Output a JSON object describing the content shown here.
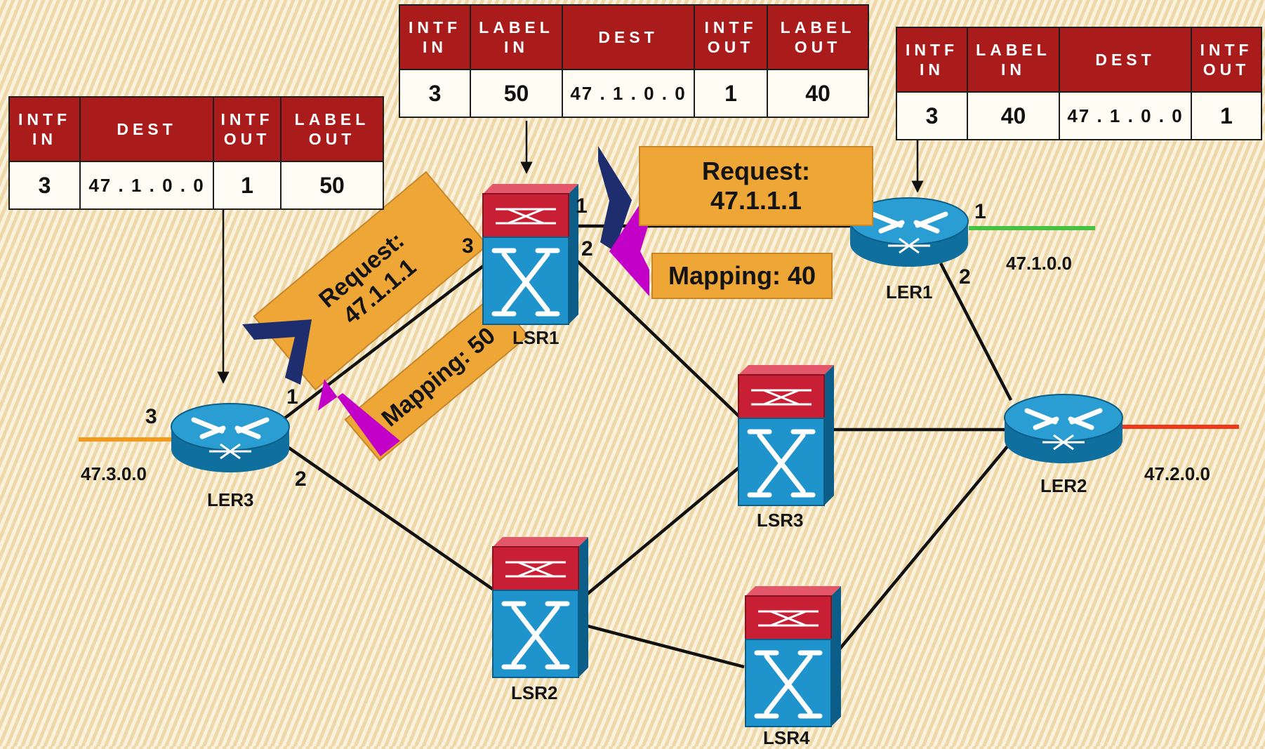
{
  "tables": {
    "ler3": {
      "headers": [
        "INTF\nIN",
        "DEST",
        "INTF\nOUT",
        "LABEL\nOUT"
      ],
      "values": [
        "3",
        "47 . 1 . 0 . 0",
        "1",
        "50"
      ]
    },
    "lsr1": {
      "headers": [
        "INTF\nIN",
        "LABEL\nIN",
        "DEST",
        "INTF\nOUT",
        "LABEL\nOUT"
      ],
      "values": [
        "3",
        "50",
        "47 . 1 . 0 . 0",
        "1",
        "40"
      ]
    },
    "ler1": {
      "headers": [
        "INTF\nIN",
        "LABEL\nIN",
        "DEST",
        "INTF\nOUT"
      ],
      "values": [
        "3",
        "40",
        "47 . 1 . 0 . 0",
        "1"
      ]
    }
  },
  "nodes": {
    "ler3": "LER3",
    "lsr1": "LSR1",
    "ler1": "LER1",
    "ler2": "LER2",
    "lsr2": "LSR2",
    "lsr3": "LSR3",
    "lsr4": "LSR4"
  },
  "ports": {
    "ler3_1": "1",
    "ler3_2": "2",
    "ler3_3": "3",
    "lsr1_1": "1",
    "lsr1_2": "2",
    "lsr1_3": "3",
    "ler1_1": "1",
    "ler1_2": "2"
  },
  "networks": {
    "left": "47.3.0.0",
    "right_top": "47.1.0.0",
    "right": "47.2.0.0"
  },
  "messages": {
    "request_left": "Request:\n47.1.1.1",
    "mapping_left": "Mapping: 50",
    "request_right": "Request:\n47.1.1.1",
    "mapping_right": "Mapping: 40"
  },
  "colors": {
    "table_header": "#aa1b1b",
    "message_box": "#eea736",
    "request_arrow": "#1d2d6e",
    "mapping_arrow": "#c200c8",
    "router": "#1a8fc6",
    "switch_top": "#cf2238",
    "switch_body": "#1f93cc",
    "net_left": "#f39a1c",
    "net_right_top": "#47c142",
    "net_right": "#ee3a1a"
  }
}
